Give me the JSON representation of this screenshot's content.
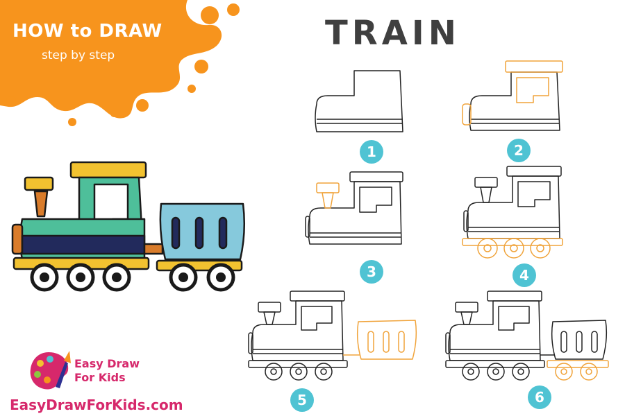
{
  "header": {
    "title": "HOW to DRAW",
    "subtitle": "step by step"
  },
  "main_title": "TRAIN",
  "steps": [
    {
      "number": "1"
    },
    {
      "number": "2"
    },
    {
      "number": "3"
    },
    {
      "number": "4"
    },
    {
      "number": "5"
    },
    {
      "number": "6"
    }
  ],
  "logo": {
    "line1": "Easy Draw",
    "line2": "For Kids"
  },
  "website": "EasyDrawForKids.com",
  "colors": {
    "accent_orange": "#f7941d",
    "badge_teal": "#4fc3d3",
    "brand_pink": "#d6286b",
    "title_gray": "#3f3f3f",
    "new_line_orange": "#f0a33a",
    "cab_green": "#4ebf9a",
    "roof_yellow": "#f2c230",
    "wagon_blue": "#86c9dc",
    "stripe_navy": "#222a5c"
  }
}
